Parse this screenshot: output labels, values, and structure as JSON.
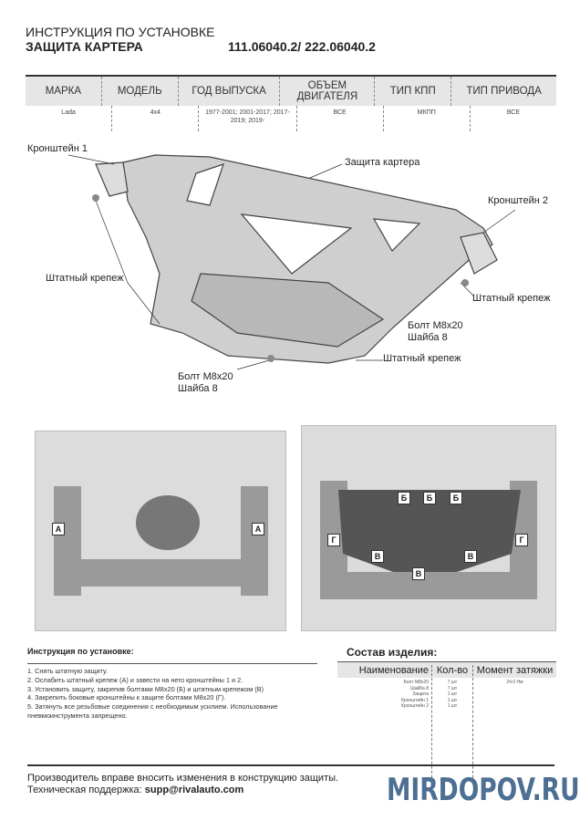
{
  "header": {
    "line1": "ИНСТРУКЦИЯ ПО УСТАНОВКЕ",
    "title": "ЗАЩИТА КАРТЕРА",
    "code": "111.06040.2/ 222.06040.2"
  },
  "spec": {
    "headers": [
      "МАРКА",
      "МОДЕЛЬ",
      "ГОД ВЫПУСКА",
      "ОБЪЕМ ДВИГАТЕЛЯ",
      "ТИП КПП",
      "ТИП ПРИВОДА"
    ],
    "values": [
      "Lada",
      "4x4",
      "1977-2001; 2001-2017; 2017-2019; 2019-",
      "ВСЕ",
      "МКПП",
      "ВСЕ"
    ]
  },
  "diagram": {
    "bracket1": "Кронштейн 1",
    "guard": "Защита картера",
    "bracket2": "Кронштейн 2",
    "std_left": "Штатный крепеж",
    "std_right": "Штатный крепеж",
    "std_bottom": "Штатный крепеж",
    "bolt_right": "Болт М8х20",
    "washer_right": "Шайба 8",
    "bolt_left": "Болт М8х20",
    "washer_left": "Шайба 8"
  },
  "photos": {
    "left_marks": [
      "А",
      "А"
    ],
    "right_marks": [
      "Б",
      "Б",
      "Б",
      "Г",
      "Г",
      "В",
      "В",
      "В"
    ]
  },
  "instructions": {
    "title": "Инструкция по установке:",
    "steps": [
      "1. Снять штатную защиту.",
      "2. Ослабить штатный крепеж (А) и завести на него кронштейны 1 и 2.",
      "3. Установить защиту, закрепив болтами М8х20 (Б) и штатным крепежом (В)",
      "4. Закрепить боковые кронштейны к защите болтами М8х20 (Г).",
      "5. Затянуть все резьбовые соединения с необходимым усилием. Использование пневмоинструмента запрещено."
    ]
  },
  "composition": {
    "title": "Состав изделия:",
    "headers": [
      "Наименование",
      "Кол-во",
      "Момент затяжки"
    ],
    "items": [
      {
        "name": "Болт М8х20",
        "qty": "7 шт",
        "torque": "24.0 Нм"
      },
      {
        "name": "Шайба 8",
        "qty": "7 шт"
      },
      {
        "name": "Защита",
        "qty": "1 шт"
      },
      {
        "name": "Кронштейн 1",
        "qty": "1 шт"
      },
      {
        "name": "Кронштейн 2",
        "qty": "1 шт"
      }
    ]
  },
  "footer": {
    "line1": "Производитель вправе вносить изменения в конструкцию защиты.",
    "support_label": "Техническая поддержка: ",
    "email": "supp@rivalauto.com"
  },
  "watermark": "MIRDOPOV.RU"
}
